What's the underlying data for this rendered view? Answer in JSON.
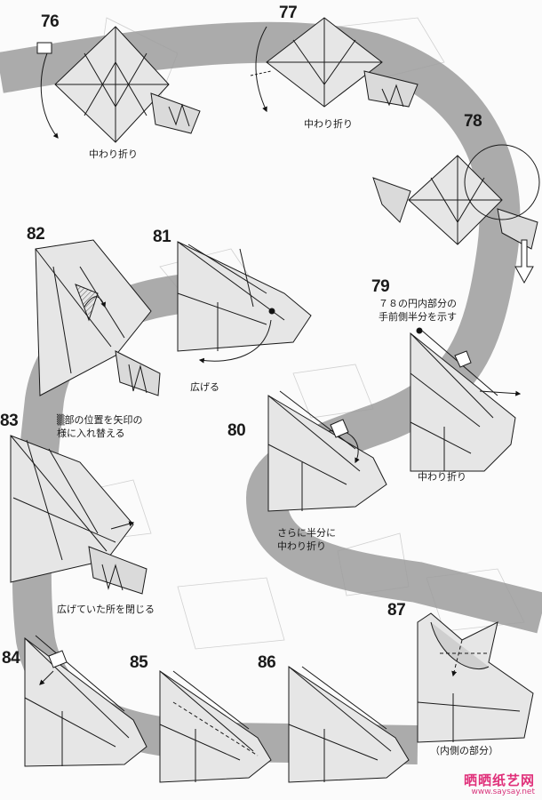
{
  "steps": [
    {
      "number": "76",
      "caption": "中わり折り"
    },
    {
      "number": "77",
      "caption": "中わり折り"
    },
    {
      "number": "78",
      "caption": ""
    },
    {
      "number": "79",
      "caption": "中わり折り",
      "note": [
        "７８の円内部分の",
        "手前側半分を示す"
      ]
    },
    {
      "number": "80",
      "caption_lines": [
        "さらに半分に",
        "中わり折り"
      ]
    },
    {
      "number": "81",
      "caption": "広げる"
    },
    {
      "number": "82",
      "caption_lines": [
        "▒部の位置を矢印の",
        "様に入れ替える"
      ]
    },
    {
      "number": "83",
      "caption": "広げていた所を閉じる"
    },
    {
      "number": "84",
      "caption": ""
    },
    {
      "number": "85",
      "caption": ""
    },
    {
      "number": "86",
      "caption": ""
    },
    {
      "number": "87",
      "caption": "（内側の部分）"
    }
  ],
  "watermark": {
    "logo": "晒晒纸艺网",
    "url": "www.saysay.net"
  },
  "colors": {
    "band": "#9c9c9c",
    "paper": "#dcdcdc",
    "line": "#1a1a1a",
    "accent": "#e0307a"
  }
}
